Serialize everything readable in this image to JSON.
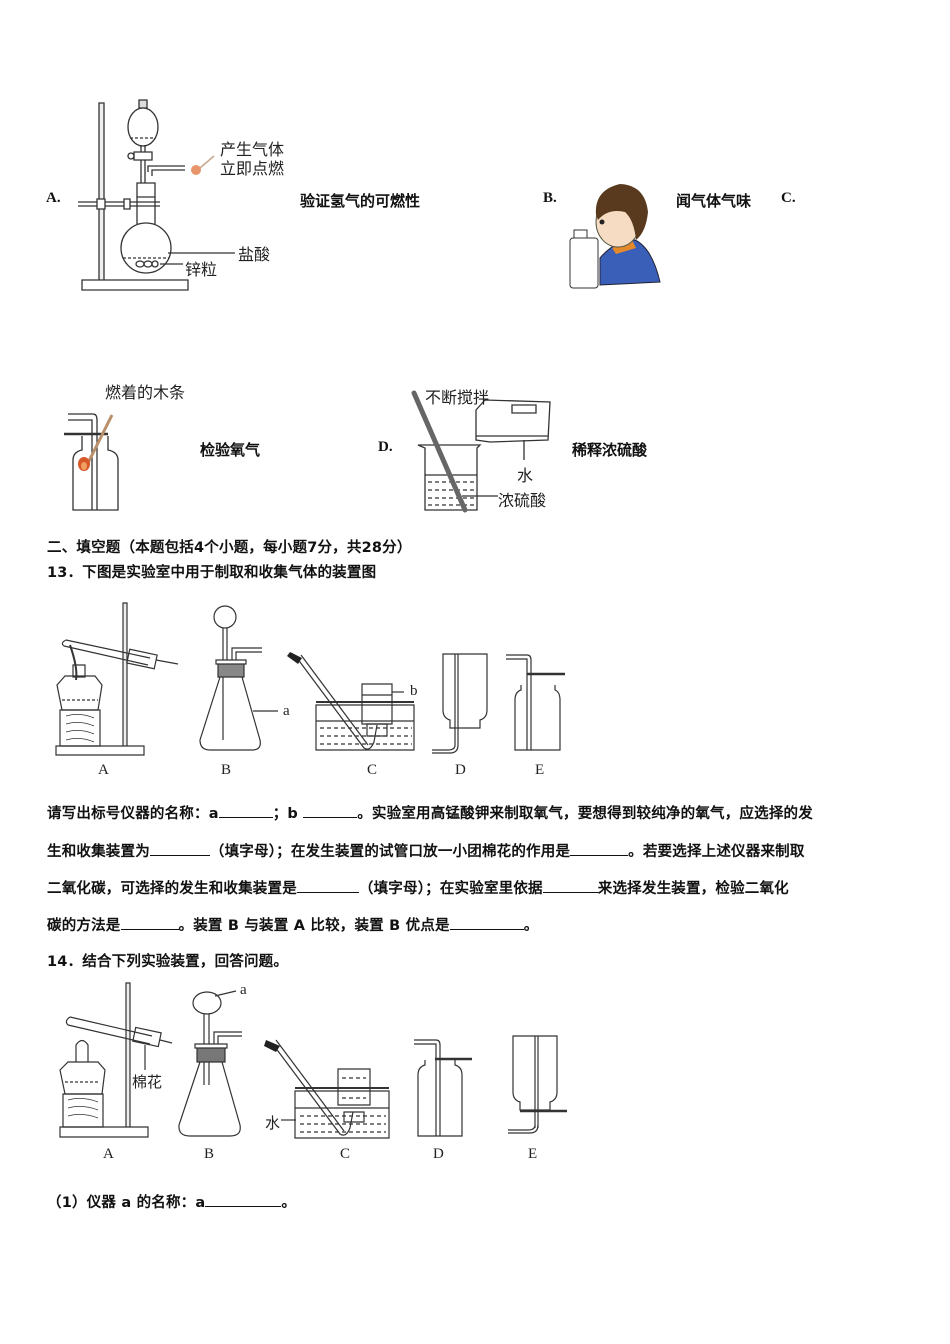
{
  "mc_options": {
    "A": {
      "letter": "A.",
      "caption": "验证氢气的可燃性",
      "labels": {
        "gas": [
          "产生气体",
          "立即点燃"
        ],
        "acid": "盐酸",
        "zinc": "锌粒"
      }
    },
    "B": {
      "letter": "B.",
      "caption": "闻气体气味"
    },
    "C": {
      "letter": "C.",
      "caption": "检验氧气",
      "labels": {
        "stick": "燃着的木条"
      }
    },
    "D": {
      "letter": "D.",
      "caption": "稀释浓硫酸",
      "labels": {
        "stir": "不断搅拌",
        "water": "水",
        "acid": "浓硫酸"
      }
    }
  },
  "section": {
    "heading": "二、填空题（本题包括4个小题，每小题7分，共28分）"
  },
  "q13": {
    "title": "13．下图是实验室中用于制取和收集气体的装置图",
    "figure_labels": {
      "a": "a",
      "b": "b",
      "letters": [
        "A",
        "B",
        "C",
        "D",
        "E"
      ]
    },
    "lines": [
      [
        "请写出标号仪器的名称：a",
        "；b ",
        "。实验室用高锰酸钾来制取氧气，要想得到较纯净的氧气，应选择的发"
      ],
      [
        "生和收集装置为",
        "（填字母）；在发生装置的试管口放一小团棉花的作用是",
        "。若要选择上述仪器来制取"
      ],
      [
        "二氧化碳，可选择的发生和收集装置是",
        "（填字母）；在实验室里依据",
        "来选择发生装置，检验二氧化"
      ],
      [
        "碳的方法是",
        "。装置 B 与装置 A 比较，装置 B 优点是",
        "。"
      ]
    ]
  },
  "q14": {
    "title": "14．结合下列实验装置，回答问题。",
    "figure_labels": {
      "a": "a",
      "cotton": "棉花",
      "water": "水",
      "letters": [
        "A",
        "B",
        "C",
        "D",
        "E"
      ]
    },
    "sub1": [
      "（1）仪器 a 的名称：a",
      "。"
    ]
  }
}
